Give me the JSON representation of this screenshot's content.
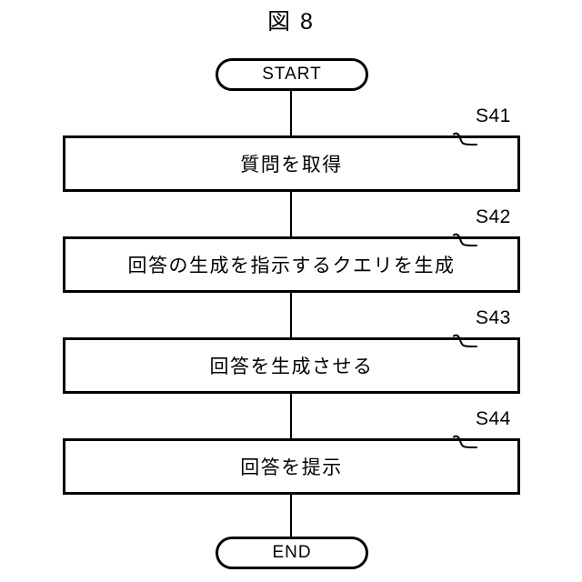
{
  "figure": {
    "title": "図 8",
    "type": "flowchart",
    "background_color": "#ffffff",
    "line_color": "#000000"
  },
  "nodes": {
    "start": {
      "label": "START",
      "shape": "stadium"
    },
    "end": {
      "label": "END",
      "shape": "stadium"
    }
  },
  "steps": [
    {
      "id": "S41",
      "tag": "S41",
      "label": "質問を取得",
      "shape": "rectangle"
    },
    {
      "id": "S42",
      "tag": "S42",
      "label": "回答の生成を指示するクエリを生成",
      "shape": "rectangle"
    },
    {
      "id": "S43",
      "tag": "S43",
      "label": "回答を生成させる",
      "shape": "rectangle"
    },
    {
      "id": "S44",
      "tag": "S44",
      "label": "回答を提示",
      "shape": "rectangle"
    }
  ],
  "connectors": [
    {
      "from": "start",
      "to": "S41"
    },
    {
      "from": "S41",
      "to": "S42"
    },
    {
      "from": "S42",
      "to": "S43"
    },
    {
      "from": "S43",
      "to": "S44"
    },
    {
      "from": "S44",
      "to": "end"
    }
  ]
}
